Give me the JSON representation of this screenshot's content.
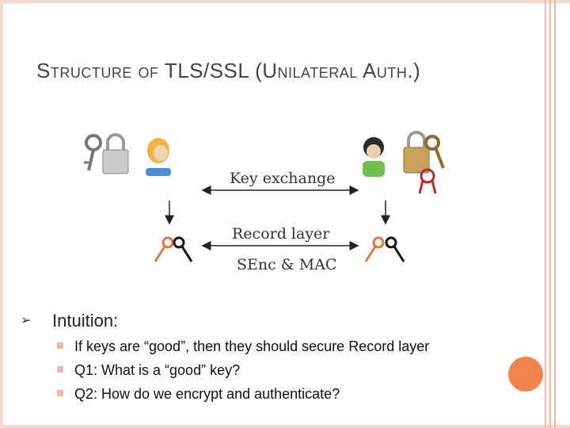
{
  "title": "Structure of TLS/SSL (Unilateral Auth.)",
  "diagram": {
    "key_exchange_label": "Key exchange",
    "record_layer_label": "Record layer",
    "senc_mac_label": "SEnc & MAC"
  },
  "bullets": {
    "main": "Intuition:",
    "items": [
      "If keys are “good”, then they should secure Record layer",
      "Q1: What is a “good” key?",
      "Q2: How do we encrypt and authenticate?"
    ]
  },
  "colors": {
    "accent": "#f4824c",
    "frame": "#f3b8a6"
  }
}
